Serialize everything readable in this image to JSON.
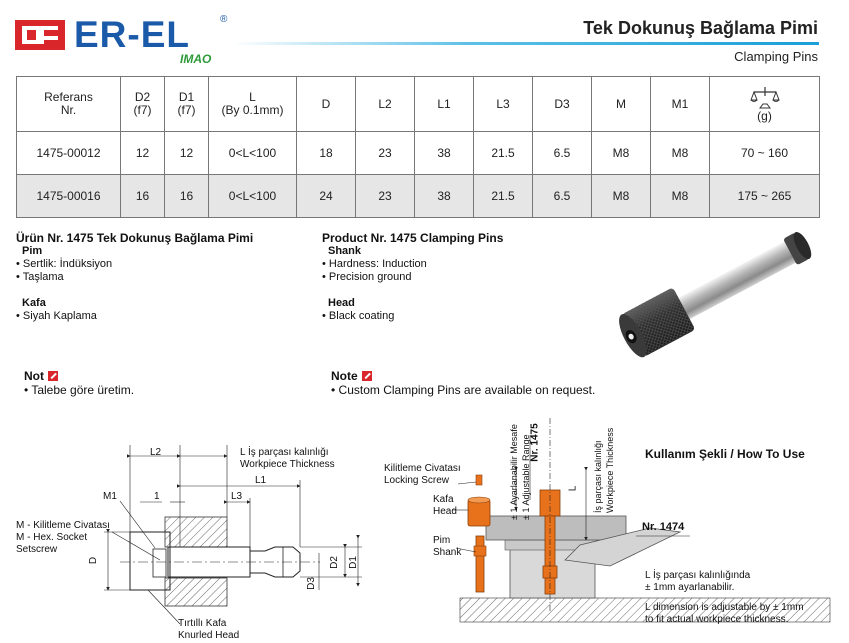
{
  "header": {
    "brand": "ER-EL",
    "brand_sub": "IMAO",
    "registered": "®",
    "title": "Tek Dokunuş Bağlama Pimi",
    "subtitle": "Clamping Pins"
  },
  "table": {
    "headers": [
      {
        "line1": "Referans",
        "line2": "Nr."
      },
      {
        "line1": "D2",
        "line2": "(f7)"
      },
      {
        "line1": "D1",
        "line2": "(f7)"
      },
      {
        "line1": "L",
        "line2": "(By 0.1mm)"
      },
      {
        "line1": "D",
        "line2": ""
      },
      {
        "line1": "L2",
        "line2": ""
      },
      {
        "line1": "L1",
        "line2": ""
      },
      {
        "line1": "L3",
        "line2": ""
      },
      {
        "line1": "D3",
        "line2": ""
      },
      {
        "line1": "M",
        "line2": ""
      },
      {
        "line1": "M1",
        "line2": ""
      },
      {
        "line1": "",
        "line2": "(g)"
      }
    ],
    "weight_icon": "scale-icon",
    "rows": [
      [
        "1475-00012",
        "12",
        "12",
        "0<L<100",
        "18",
        "23",
        "38",
        "21.5",
        "6.5",
        "M8",
        "M8",
        "70 ~ 160"
      ],
      [
        "1475-00016",
        "16",
        "16",
        "0<L<100",
        "24",
        "23",
        "38",
        "21.5",
        "6.5",
        "M8",
        "M8",
        "175 ~ 265"
      ]
    ]
  },
  "tr": {
    "title": "Ürün Nr. 1475 Tek Dokunuş Bağlama Pimi",
    "pim_head": "Pim",
    "pim_items": [
      "• Sertlik: İndüksiyon",
      "• Taşlama"
    ],
    "kafa_head": "Kafa",
    "kafa_items": [
      "• Siyah Kaplama"
    ],
    "note_label": "Not",
    "note_text": "•  Talebe göre üretim."
  },
  "en": {
    "title": "Product Nr. 1475 Clamping Pins",
    "shank_head": "Shank",
    "shank_items": [
      "• Hardness: Induction",
      "• Precision ground"
    ],
    "head_head": "Head",
    "head_items": [
      "• Black coating"
    ],
    "note_label": "Note",
    "note_text": "•  Custom Clamping Pins are available on request."
  },
  "drawing": {
    "l_tr": "L İş parçası kalınlığı",
    "l_en": "Workpiece Thickness",
    "L2": "L2",
    "L1": "L1",
    "L3": "L3",
    "one": "1",
    "M1": "M1",
    "m_tr": "M - Kilitleme Civatası",
    "m_en1": "M - Hex. Socket",
    "m_en2": "Setscrew",
    "D": "D",
    "D2": "D2",
    "D1": "D1",
    "D3": "D3",
    "knurl_tr": "Tırtıllı Kafa",
    "knurl_en": "Knurled Head"
  },
  "usage": {
    "title": "Kullanım Şekli / How To Use",
    "lock_tr": "Kilitleme Civatası",
    "lock_en": "Locking Screw",
    "kafa_tr": "Kafa",
    "kafa_en": "Head",
    "pim_tr": "Pim",
    "pim_en": "Shank",
    "adj_tr": "± 1 Ayarlanabilir Mesafe",
    "adj_en": "± 1 Adjustable Range",
    "nr1475": "Nr. 1475",
    "L": "L",
    "wp_tr": "İş parçası kalınlığı",
    "wp_en": "Workpiece Thickness",
    "nr1474": "Nr. 1474",
    "desc_tr1": "L İş parçası kalınlığında",
    "desc_tr2": "± 1mm ayarlanabilir.",
    "desc_en1": "L dimension is adjustable by ± 1mm",
    "desc_en2": "to fit actual  workpiece thickness."
  },
  "colors": {
    "brand_red": "#d8262b",
    "brand_blue": "#1a5aa8",
    "imao_green": "#2f9a3a",
    "accent_line": "#1a9fd8",
    "pin_orange": "#e8721c",
    "row_gray": "#e6e6e6"
  }
}
